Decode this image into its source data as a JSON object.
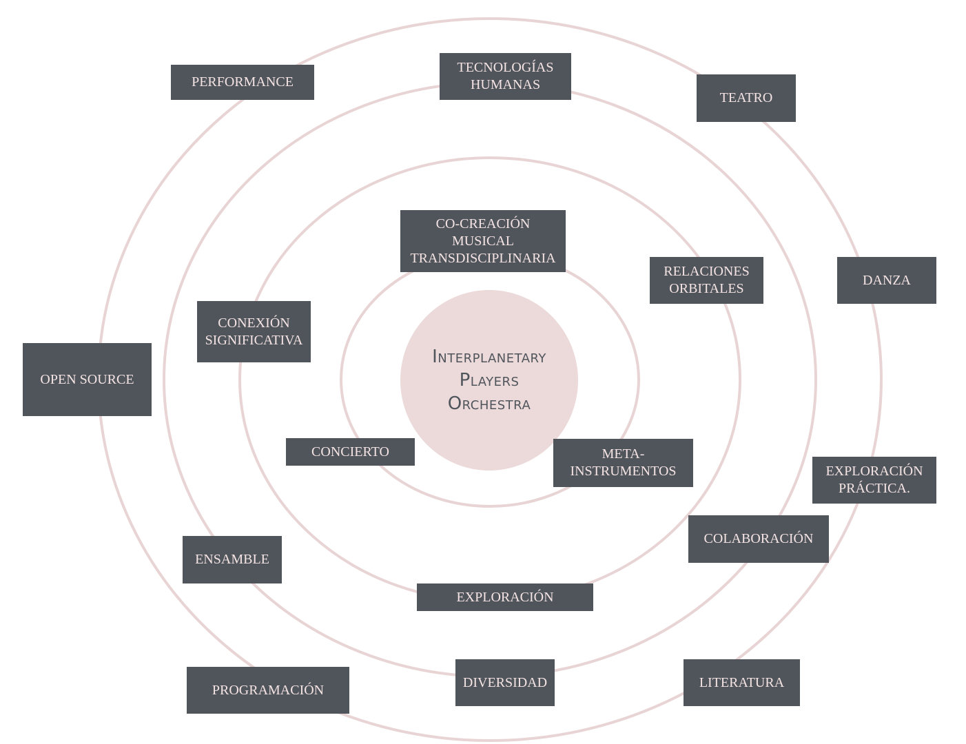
{
  "center": {
    "title": "Interplanetary\nPlayers\nOrchestra"
  },
  "nodes": {
    "performance": "PERFORMANCE",
    "tecnologias_humanas": "TECNOLOGÍAS\nHUMANAS",
    "teatro": "TEATRO",
    "co_creacion": "CO-CREACIÓN\nMUSICAL\nTRANSDISCIPLINARIA",
    "relaciones_orbitales": "RELACIONES\nORBITALES",
    "danza": "DANZA",
    "conexion_significativa": "CONEXIÓN\nSIGNIFICATIVA",
    "open_source": "OPEN SOURCE",
    "concierto": "CONCIERTO",
    "meta_instrumentos": "META-\nINSTRUMENTOS",
    "exploracion_practica": "EXPLORACIÓN\nPRÁCTICA.",
    "colaboracion": "COLABORACIÓN",
    "ensamble": "ENSAMBLE",
    "exploracion": "EXPLORACIÓN",
    "programacion": "PROGRAMACIÓN",
    "diversidad": "DIVERSIDAD",
    "literatura": "LITERATURA"
  },
  "colors": {
    "ring": "#e8d4d4",
    "center_fill": "#ecd9d9",
    "node_fill": "#50555c",
    "node_text": "#f5e4e4",
    "center_text": "#50555c"
  }
}
